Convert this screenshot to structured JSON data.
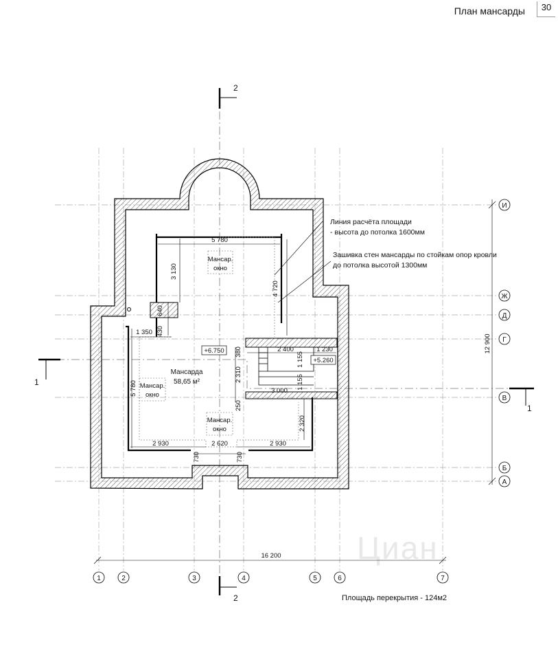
{
  "header": {
    "title": "План мансарды",
    "page_number": "30"
  },
  "watermark": "Циан",
  "section_marks": {
    "top": "2",
    "bottom": "2",
    "left": "1",
    "right": "1"
  },
  "axes": {
    "columns": [
      "1",
      "2",
      "3",
      "4",
      "5",
      "6",
      "7"
    ],
    "rows": [
      "И",
      "Ж",
      "Д",
      "Г",
      "В",
      "Б",
      "А"
    ]
  },
  "notes": {
    "area_line_1": "Линия расчёта площади",
    "area_line_2": "- высота до потолка 1600мм",
    "wall_lining_1": "Зашивка стен мансарды по стойкам опор кровли",
    "wall_lining_2": "до потолка высотой 1300мм",
    "floor_area": "Площадь перекрытия - 124м2"
  },
  "rooms": {
    "attic_name": "Мансарда",
    "attic_area": "58,65 м²",
    "window_top_1": "Мансар.",
    "window_top_2": "окно",
    "window_left_1": "Мансар.",
    "window_left_2": "окно",
    "window_bottom_1": "Мансар.",
    "window_bottom_2": "окно"
  },
  "levels": {
    "attic": "+6.750",
    "stair": "+5.260"
  },
  "dimensions": {
    "d5780_top": "5 780",
    "d3130": "3 130",
    "d4720": "4 720",
    "d640": "640",
    "d430": "430",
    "d1350": "1 350",
    "d380": "380",
    "d2400": "2 400",
    "d1230": "1 230",
    "d1155_a": "1 155",
    "d1155_b": "1 155",
    "d2310": "2 310",
    "d3000": "3 000",
    "d250": "250",
    "d5780_left": "5 780",
    "d2320": "2 320",
    "d2930_left": "2 930",
    "d2620": "2 620",
    "d2930_right": "2 930",
    "d730_left": "730",
    "d730_right": "730",
    "d12900": "12 900",
    "d16200": "16 200"
  }
}
